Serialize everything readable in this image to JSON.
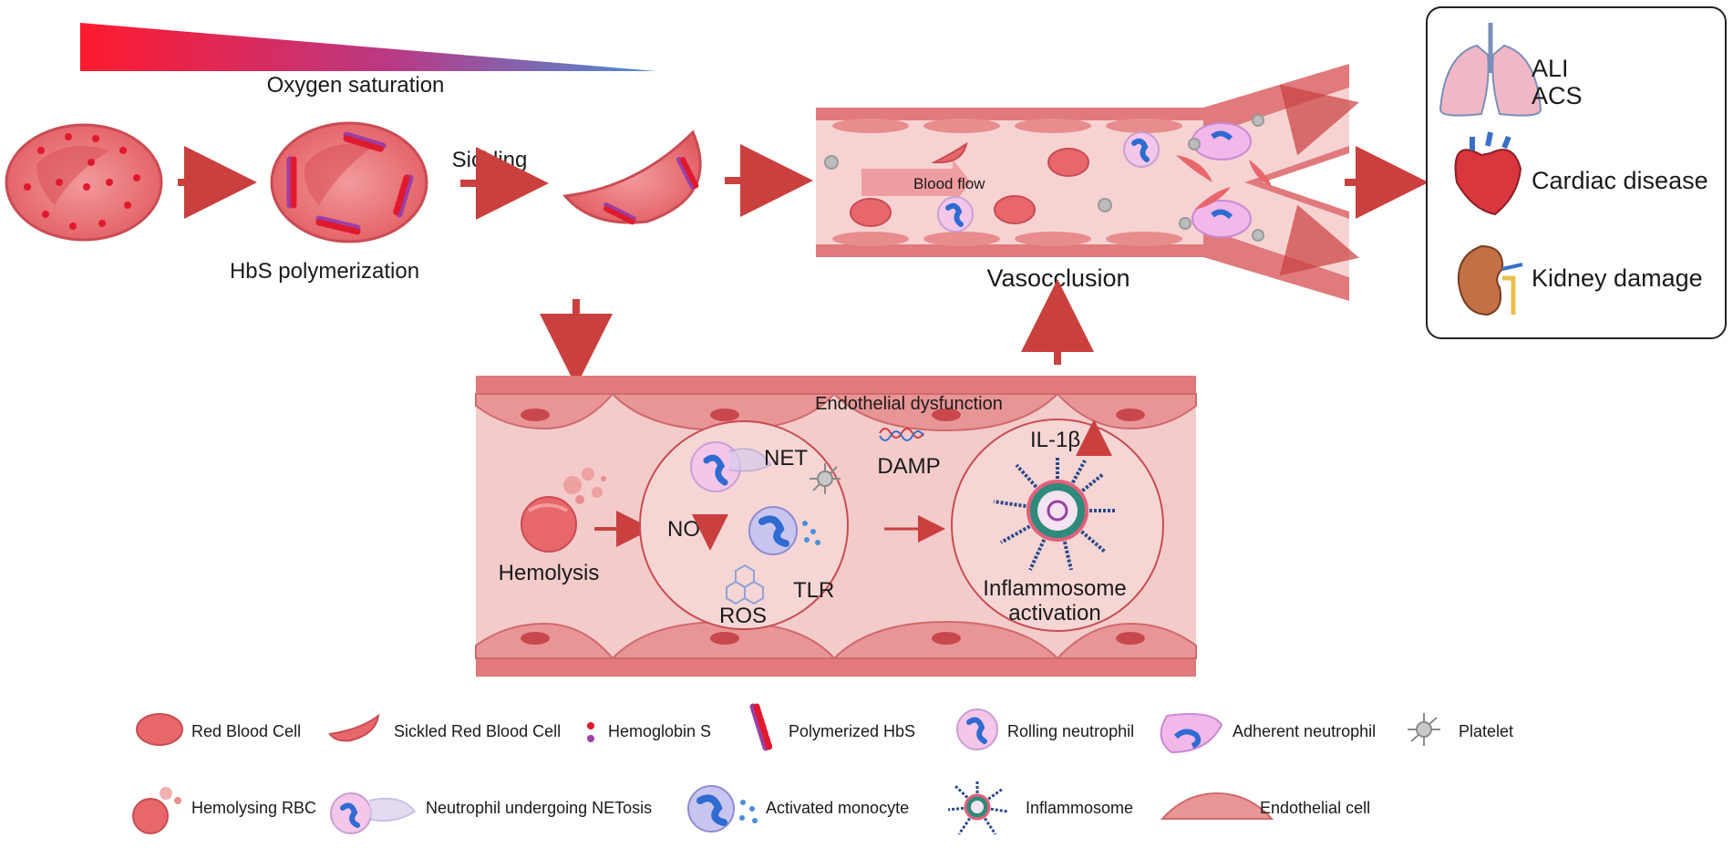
{
  "oxygen": {
    "label": "Oxygen saturation"
  },
  "top_flow": {
    "sickling_label": "Sickling",
    "polymerization_label": "HbS polymerization",
    "vasocclusion_label": "Vasocclusion",
    "blood_flow_label": "Blood flow"
  },
  "outcomes": {
    "lung_line1": "ALI",
    "lung_line2": "ACS",
    "heart_label": "Cardiac disease",
    "kidney_label": "Kidney damage"
  },
  "vessel": {
    "title": "Endothelial dysfunction",
    "hemolysis_label": "Hemolysis",
    "net_label": "NET",
    "no_label": "NO",
    "tlr_label": "TLR",
    "ros_label": "ROS",
    "damp_label": "DAMP",
    "il1b_label": "IL-1β",
    "inflammasome_line1": "Inflammosome",
    "inflammasome_line2": "activation"
  },
  "legend": {
    "items": [
      {
        "label": "Red Blood Cell"
      },
      {
        "label": "Sickled Red Blood Cell"
      },
      {
        "label": "Hemoglobin S"
      },
      {
        "label": "Polymerized HbS"
      },
      {
        "label": "Rolling neutrophil"
      },
      {
        "label": "Adherent neutrophil"
      },
      {
        "label": "Platelet"
      },
      {
        "label": "Hemolysing RBC"
      },
      {
        "label": "Neutrophil undergoing NETosis"
      },
      {
        "label": "Activated monocyte"
      },
      {
        "label": "Inflammosome"
      },
      {
        "label": "Endothelial cell"
      }
    ]
  },
  "colors": {
    "rbc": "#e8676b",
    "rbc_dark": "#c94c52",
    "vessel_wall": "#e07a7c",
    "vessel_lumen": "#f6d3d2",
    "arrow": "#c9403f",
    "hbs": "#e0192c",
    "hbs_alt": "#9b3fa6",
    "neutrophil": "#f3c6ea",
    "nucleus": "#2f6bd0",
    "platelet": "#9a9a9a",
    "gradient_start": "#ff1a2e",
    "gradient_end": "#4a8fd6"
  }
}
